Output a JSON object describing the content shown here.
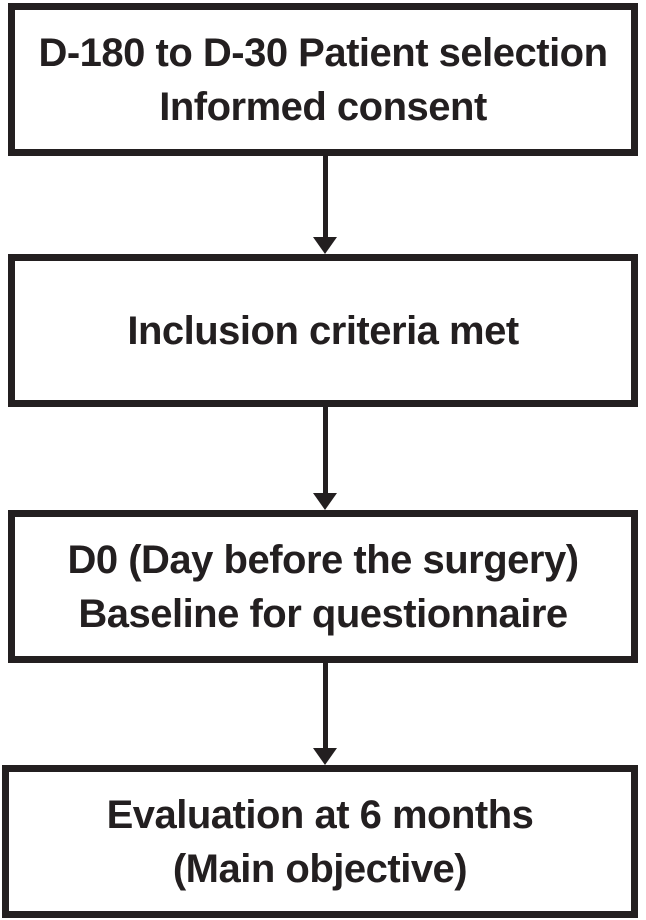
{
  "colors": {
    "ink": "#231f20",
    "background": "#ffffff"
  },
  "flowchart": {
    "boxes": [
      {
        "id": "patient-selection",
        "lines": [
          "D-180 to D-30 Patient selection",
          "Informed consent"
        ]
      },
      {
        "id": "inclusion-criteria",
        "lines": [
          "Inclusion criteria met"
        ]
      },
      {
        "id": "baseline",
        "lines": [
          "D0 (Day before the surgery)",
          "Baseline for questionnaire"
        ]
      },
      {
        "id": "evaluation",
        "lines": [
          "Evaluation at 6 months",
          "(Main objective)"
        ]
      }
    ],
    "connectors": [
      {
        "from": "patient-selection",
        "to": "inclusion-criteria",
        "type": "down-arrow"
      },
      {
        "from": "inclusion-criteria",
        "to": "baseline",
        "type": "down-arrow"
      },
      {
        "from": "baseline",
        "to": "evaluation",
        "type": "down-arrow"
      }
    ]
  }
}
